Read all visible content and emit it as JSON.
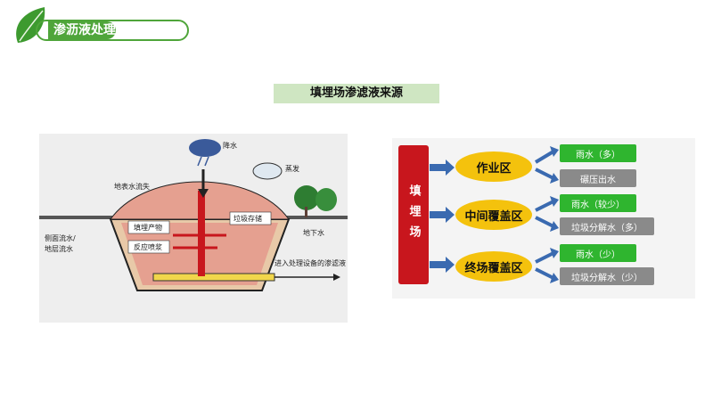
{
  "header": {
    "title": "渗沥液处理"
  },
  "subtitle": "填埋场渗滤液来源",
  "illustration": {
    "precip": "降水",
    "evap": "蒸发",
    "surface_runoff": "地表水流失",
    "lateral": "侧面流水/",
    "lateral2": "地层流水",
    "groundwater": "地下水",
    "to_treatment": "进入处理设备的渗滤液",
    "box1": "垃圾存储",
    "box2": "填埋产物",
    "box3": "反应喷浆"
  },
  "flow": {
    "main": "填埋场",
    "zones": [
      {
        "label": "作业区",
        "items": [
          "雨水（多）",
          "碾压出水"
        ]
      },
      {
        "label": "中间覆盖区",
        "items": [
          "雨水（较少）",
          "垃圾分解水（多）"
        ]
      },
      {
        "label": "终场覆盖区",
        "items": [
          "雨水（少）",
          "垃圾分解水（少）"
        ]
      }
    ]
  },
  "colors": {
    "accent": "#4fa53a",
    "main_box": "#c8161d",
    "ellipse": "#f4c20d",
    "green_box": "#2fb52f",
    "grey_box": "#8a8a8a"
  }
}
